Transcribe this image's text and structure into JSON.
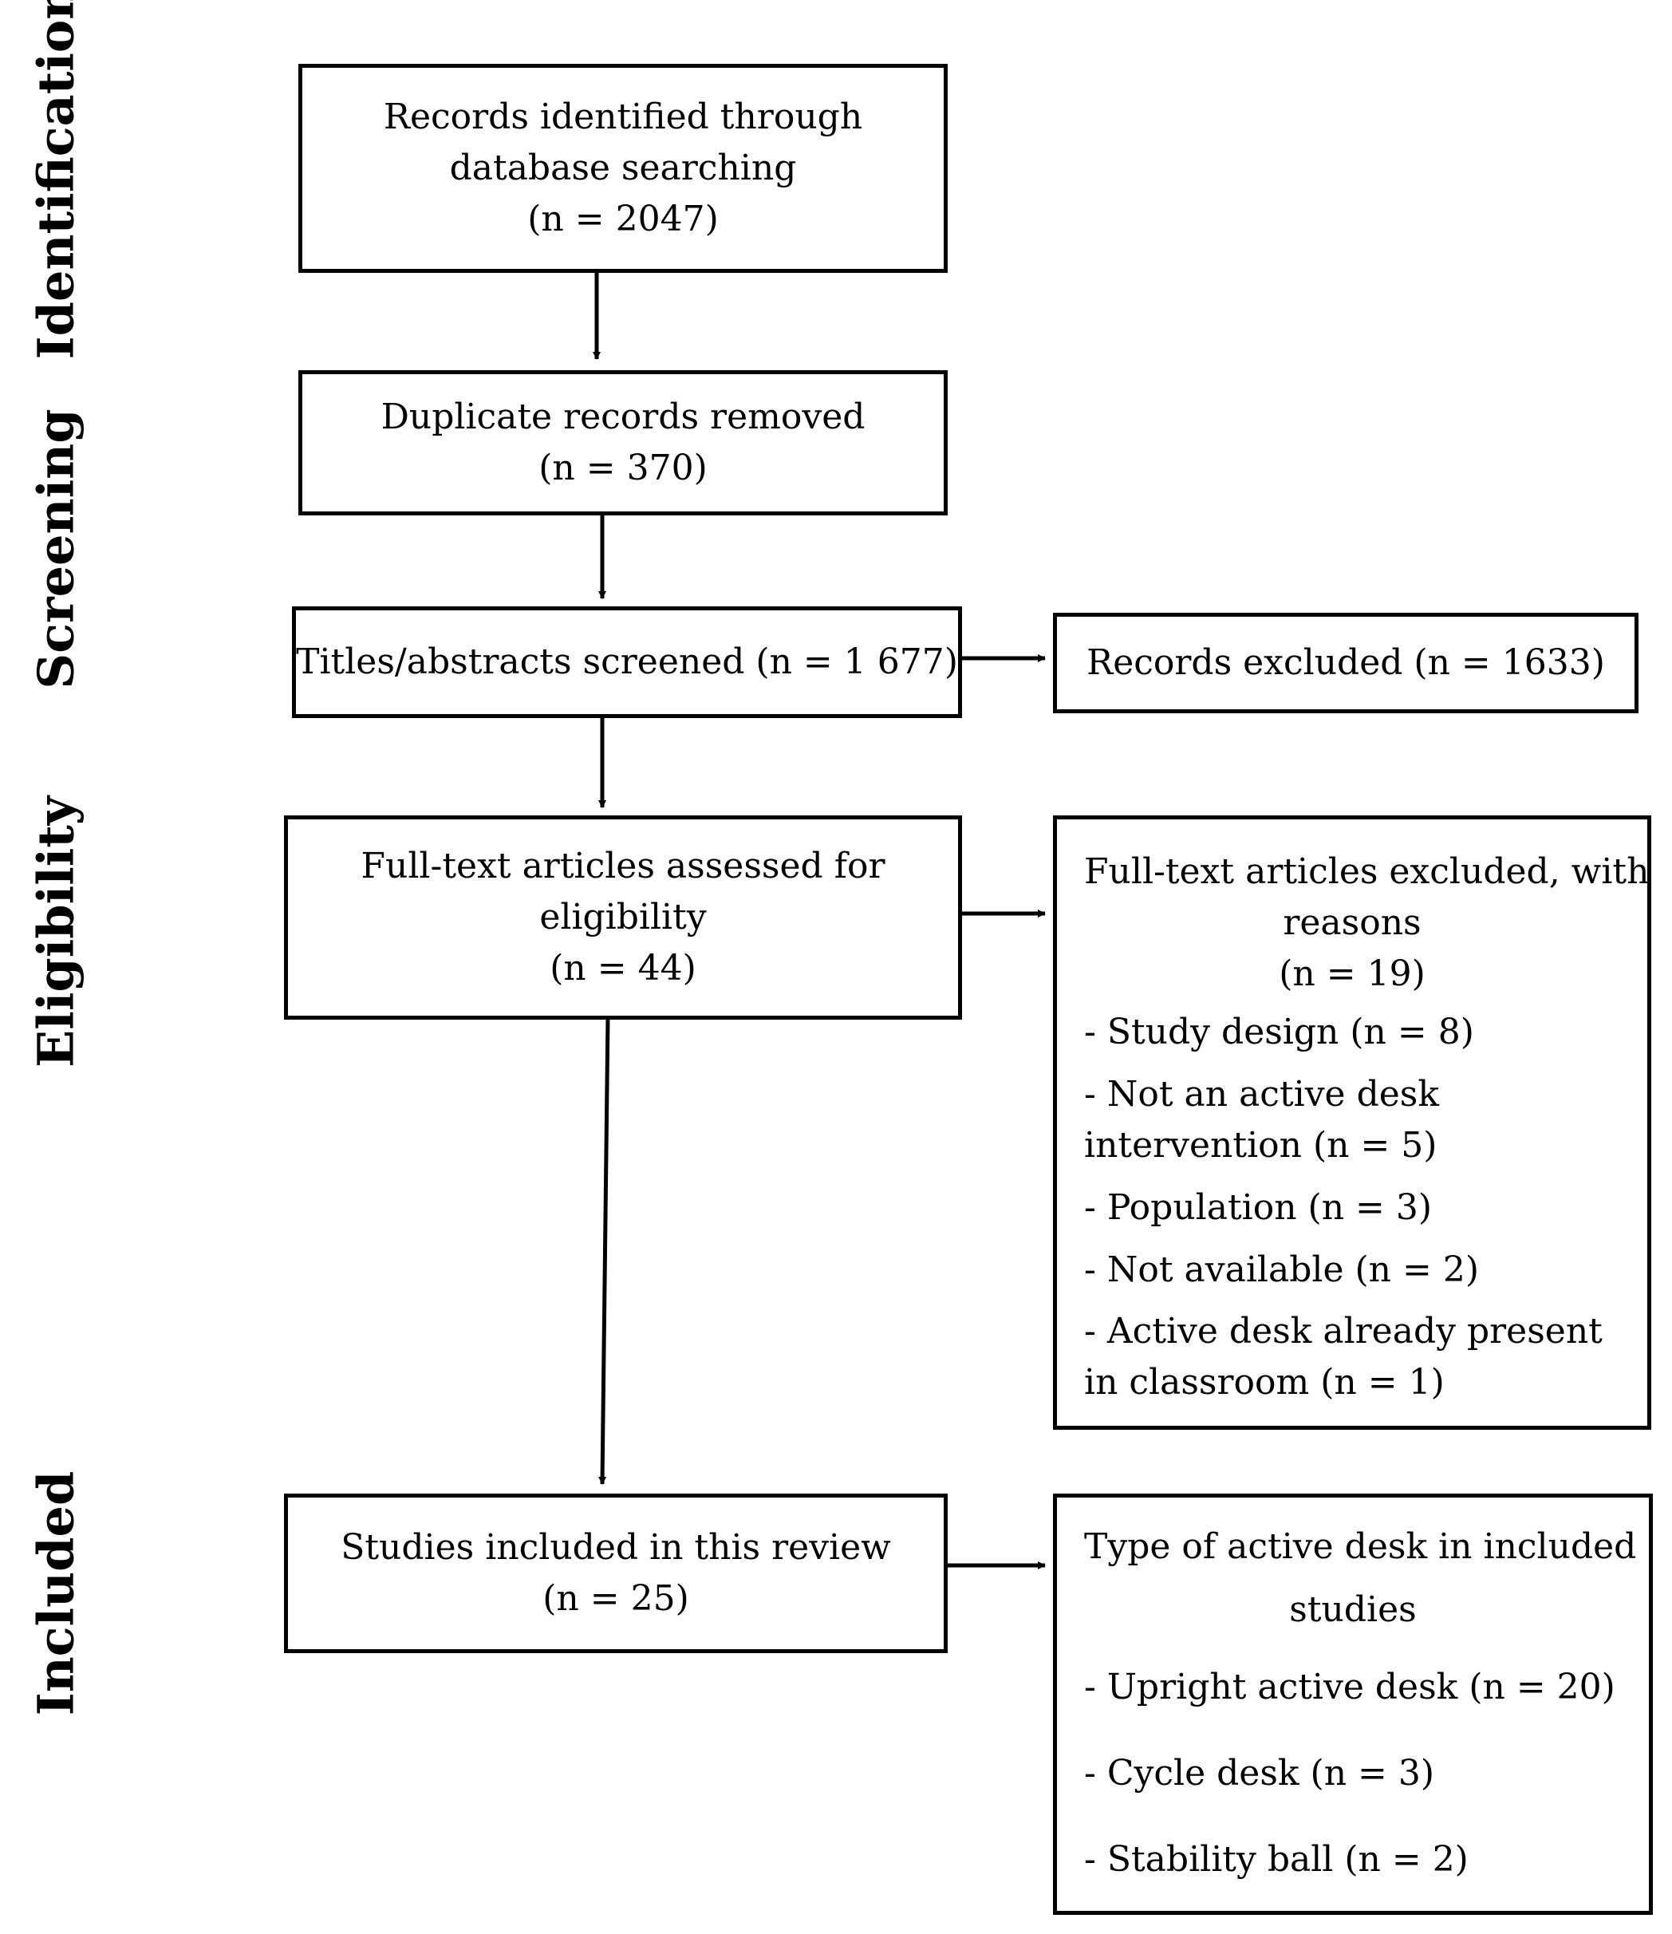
{
  "stages": {
    "identification": "Identification",
    "screening": "Screening",
    "eligibility": "Eligibility",
    "included": "Included"
  },
  "boxes": {
    "records_identified": {
      "line1": "Records identified through",
      "line2": "database searching",
      "count": "(n = 2047)"
    },
    "duplicates_removed": {
      "line1": "Duplicate records removed",
      "count": "(n = 370)"
    },
    "screened": {
      "text": "Titles/abstracts screened (n = 1 677)"
    },
    "records_excluded": {
      "text": "Records excluded (n = 1633)"
    },
    "fulltext_assessed": {
      "line1": "Full-text articles assessed for",
      "line2": "eligibility",
      "count": "(n = 44)"
    },
    "fulltext_excluded": {
      "line1": "Full-text articles excluded, with",
      "line2": "reasons",
      "count": "(n = 19)",
      "reasons": [
        "- Study design (n = 8)",
        "- Not an active desk intervention (n = 5)",
        "- Population (n = 3)",
        "- Not available (n = 2)",
        "- Active desk already present in classroom (n = 1)"
      ]
    },
    "studies_included": {
      "line1": "Studies included in this review",
      "count": "(n = 25)"
    },
    "desk_types": {
      "line1": "Type of active desk in included",
      "line2": "studies",
      "types": [
        "- Upright active desk (n = 20)",
        "- Cycle desk (n = 3)",
        "- Stability ball (n = 2)"
      ]
    }
  }
}
